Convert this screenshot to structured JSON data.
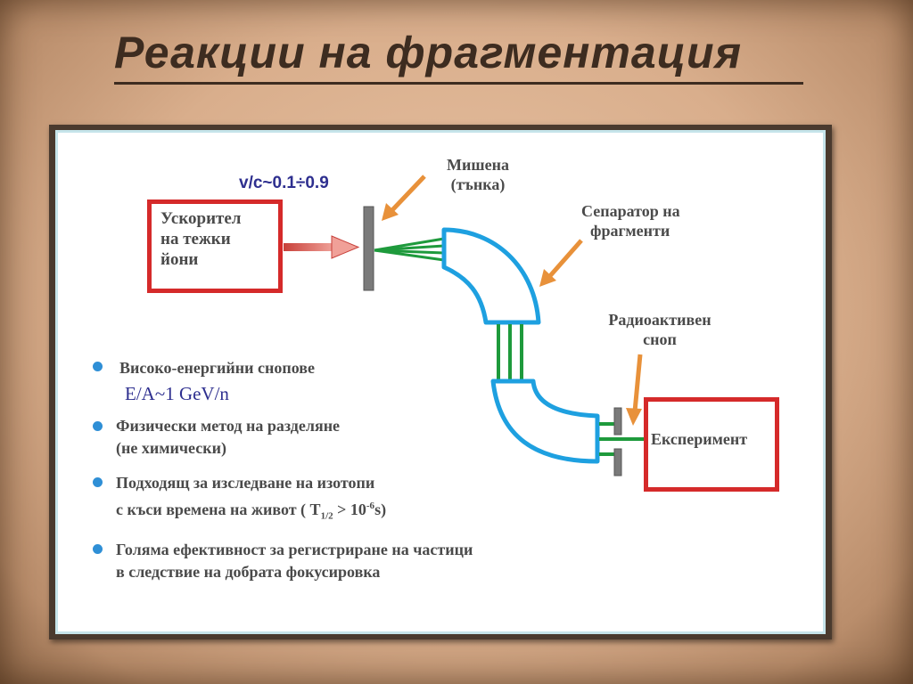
{
  "title": "Реакции на фрагментация",
  "diagram": {
    "velocity_label": "v/c~0.1÷0.9",
    "accelerator": {
      "line1": "Ускорител",
      "line2": "на тежки",
      "line3": "йони"
    },
    "target": {
      "line1": "Мишена",
      "line2": "(тънка)"
    },
    "separator": {
      "line1": "Сепаратор на",
      "line2": "фрагменти"
    },
    "radioactive_beam": {
      "line1": "Радиоактивен",
      "line2": "сноп"
    },
    "experiment": "Експеримент"
  },
  "bullets": [
    {
      "line1": "Високо-енергийни снопове",
      "line2": "E/A~1 GeV/n"
    },
    {
      "line1": "Физически метод на разделяне",
      "line2": "(не химически)"
    },
    {
      "line1": "Подходящ за изследване на изотопи",
      "line2_prefix": "с къси времена на живот ( T",
      "line2_sub": "1/2",
      "line2_mid": " > 10",
      "line2_sup": "-6",
      "line2_suffix": "s)"
    },
    {
      "line1": "Голяма ефективност за регистриране на частици",
      "line2": "в следствие на добрата фокусировка"
    }
  ],
  "colors": {
    "accent_red": "#d52a2a",
    "separator_blue": "#1ea0e0",
    "beam_green": "#1e9a3c",
    "arrow_orange": "#e8913a",
    "bullet_blue": "#2f8fd6"
  }
}
